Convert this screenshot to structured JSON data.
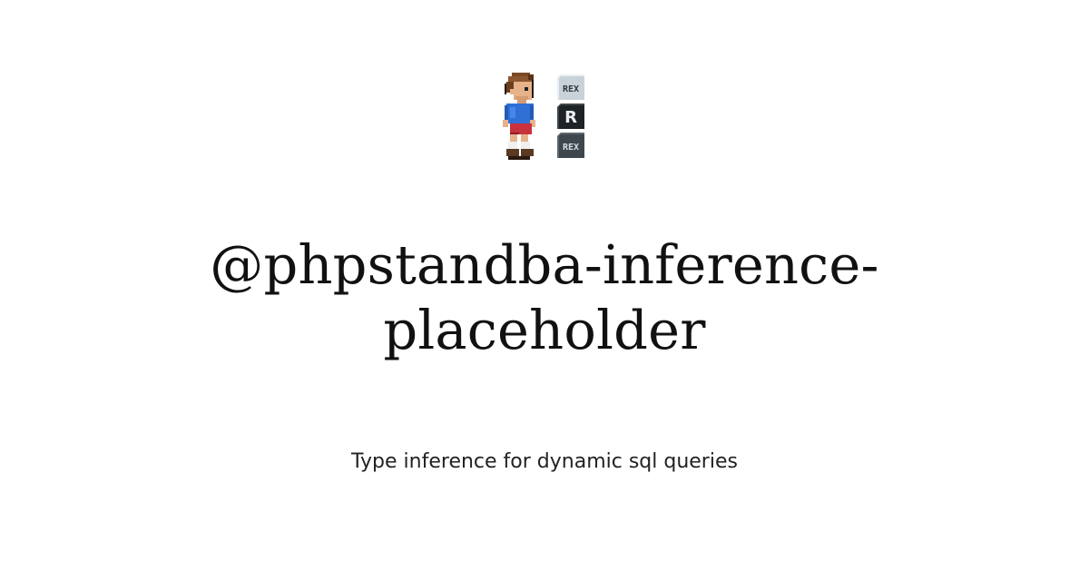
{
  "logo": {
    "avatar_icon": "pixel-person-avatar-icon",
    "badges": [
      {
        "icon": "rex-badge-light-icon",
        "text": "REX"
      },
      {
        "icon": "r-badge-dark-icon",
        "text": "R"
      },
      {
        "icon": "rex-badge-dark-icon",
        "text": "REX"
      }
    ]
  },
  "title": {
    "line1": "@phpstandba-inference-",
    "line2": "placeholder"
  },
  "subtitle": "Type inference for dynamic sql queries",
  "colors": {
    "background": "#ffffff",
    "title": "#111111",
    "subtitle": "#222222",
    "shirt": "#2f6fd6",
    "shorts": "#c8323c",
    "hair": "#7a4a26",
    "skin": "#e6b28a",
    "badge_light": "#c9d2d8",
    "badge_dark": "#3e474d"
  }
}
